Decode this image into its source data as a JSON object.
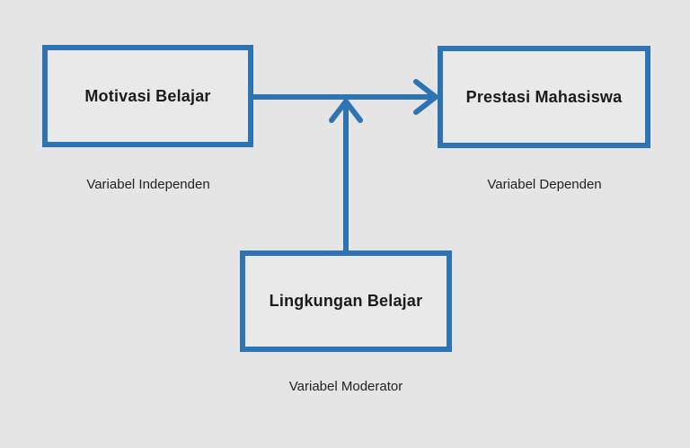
{
  "diagram": {
    "title": "Moderation model diagram",
    "colors": {
      "accent_blue": "#2e74b5",
      "background": "#e6e5e6",
      "box_fill": "#e9e9ea",
      "text": "#1b1b1b"
    },
    "nodes": [
      {
        "id": "independent",
        "title": "Motivasi Belajar",
        "caption": "Variabel Independen"
      },
      {
        "id": "dependent",
        "title": "Prestasi Mahasiswa",
        "caption": "Variabel Dependen"
      },
      {
        "id": "moderator",
        "title": "Lingkungan Belajar",
        "caption": "Variabel Moderator"
      }
    ],
    "edges": [
      {
        "from": "Motivasi Belajar",
        "to": "Prestasi Mahasiswa",
        "type": "arrow",
        "direction": "right"
      },
      {
        "from": "Lingkungan Belajar",
        "to": "arrow Motivasi Belajar→Prestasi Mahasiswa",
        "type": "arrow",
        "direction": "up"
      }
    ]
  }
}
